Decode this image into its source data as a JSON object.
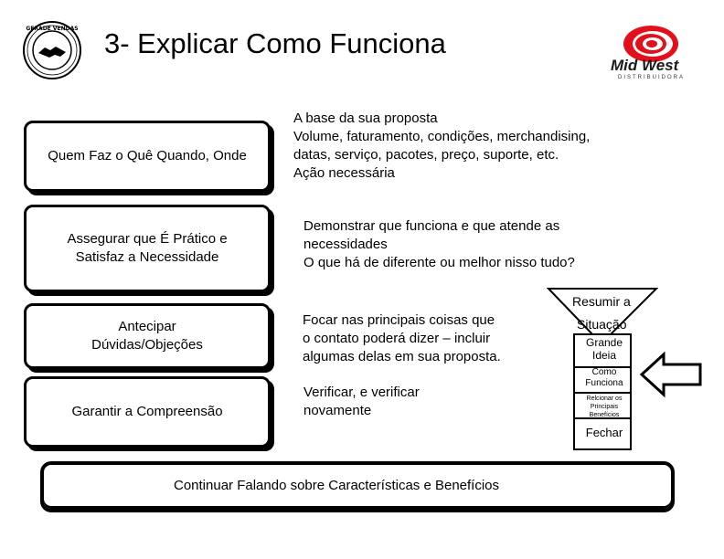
{
  "title": "3- Explicar Como Funciona",
  "logo": {
    "brand": "Mid West",
    "subtitle": "DISTRIBUIDORA",
    "accent": "#e3101b"
  },
  "seal": {
    "text": "GERADE VENDAS",
    "icon": "handshake-icon"
  },
  "steps": [
    {
      "label": "Quem Faz o Quê Quando, Onde"
    },
    {
      "label_lines": [
        "Assegurar que É Prático e",
        "Satisfaz a Necessidade"
      ]
    },
    {
      "label_lines": [
        "Antecipar",
        "Dúvidas/Objeções"
      ]
    },
    {
      "label": "Garantir a Compreensão"
    }
  ],
  "descriptions": [
    {
      "lines": [
        "A base da sua proposta",
        "Volume, faturamento, condições, merchandising,",
        "datas, serviço, pacotes, preço, suporte, etc.",
        "Ação necessária"
      ]
    },
    {
      "lines": [
        "Demonstrar que funciona e que atende as",
        "necessidades",
        "O que há de diferente ou melhor nisso tudo?"
      ]
    },
    {
      "lines": [
        "Focar nas  principais coisas que",
        "o contato poderá dizer – incluir",
        "algumas delas em sua proposta."
      ]
    },
    {
      "lines": [
        "Verificar, e verificar",
        "novamente"
      ]
    }
  ],
  "funnel": {
    "top": "Resumir a",
    "second": "Situação",
    "third_lines": [
      "Grande",
      "Ideia"
    ],
    "fourth_lines": [
      "Como",
      "Funciona"
    ],
    "fifth_lines": [
      "Relcionar os",
      "Principais",
      "Benefícios"
    ],
    "bottom": "Fechar"
  },
  "footer": "Continuar Falando sobre Características e Benefícios"
}
